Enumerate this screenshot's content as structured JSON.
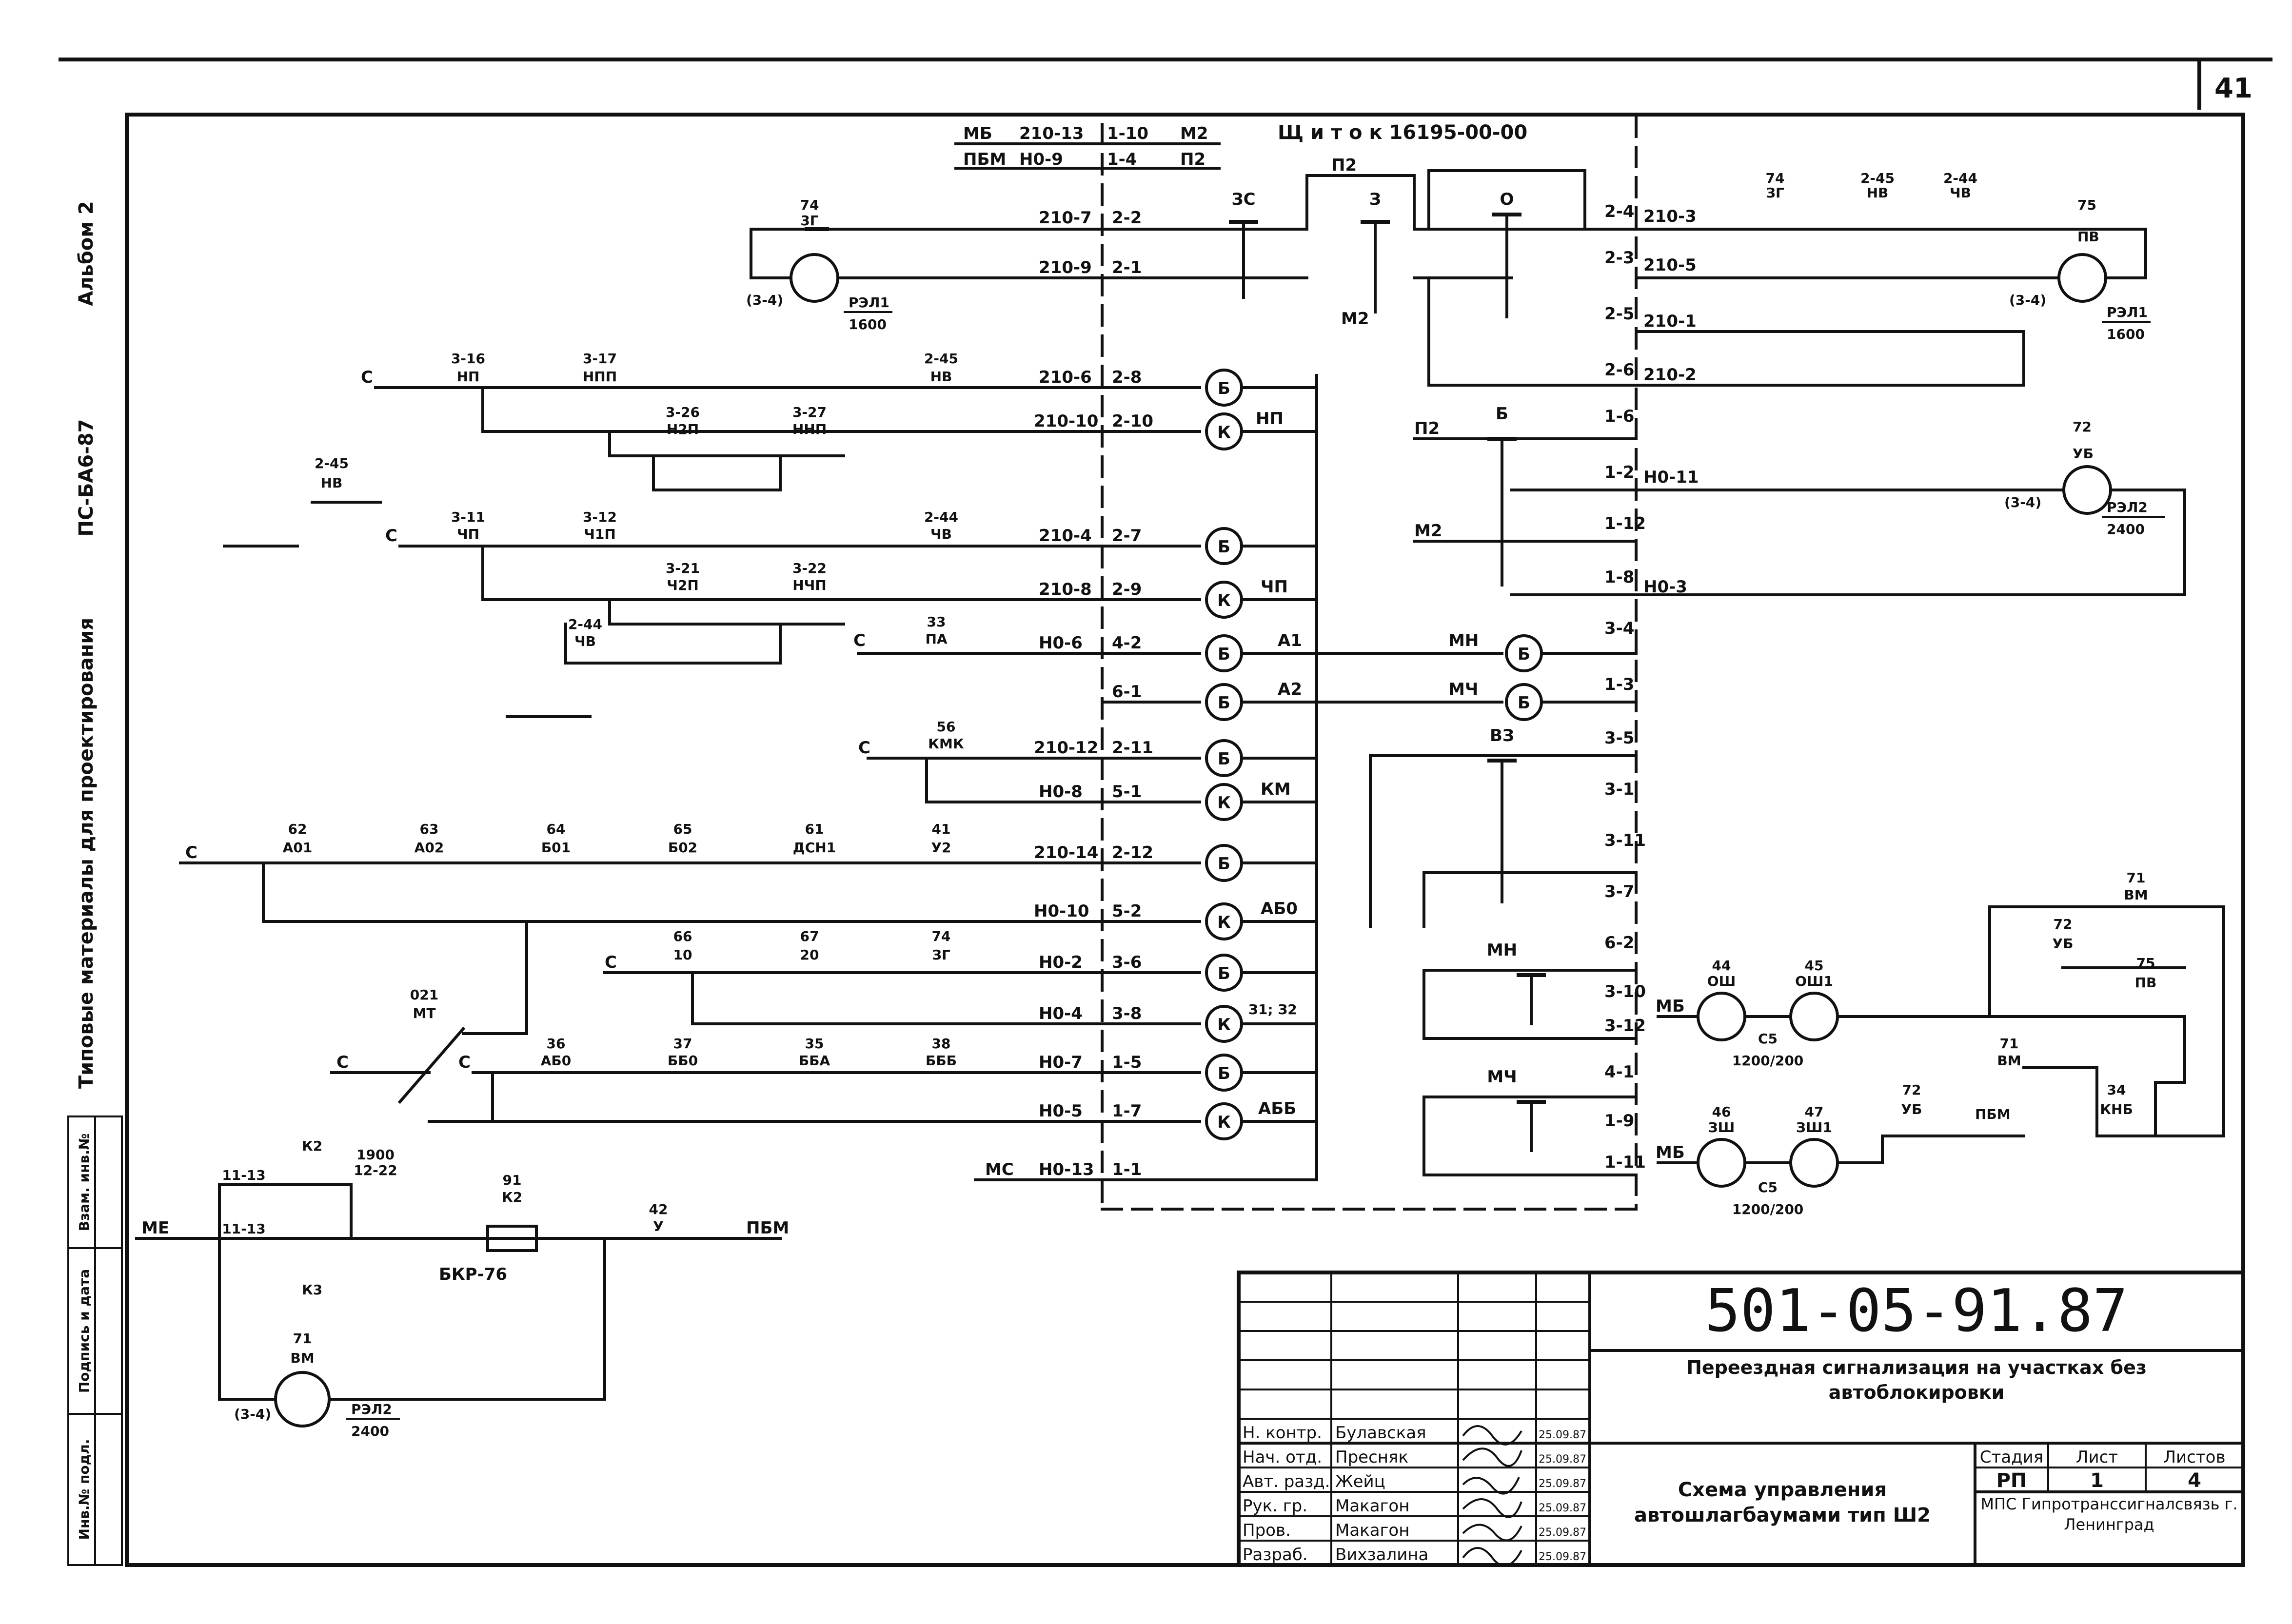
{
  "header": {
    "page_number": "41",
    "panel_title": "Щ и т о к   16195-00-00"
  },
  "side_labels": {
    "album": "Альбом 2",
    "code": "ПС-БА6-87",
    "materials": "Типовые материалы для проектирования"
  },
  "side_boxes": [
    "Взам. инв.№",
    "Подпись и дата",
    "Инв.№ подл."
  ],
  "bus_labels": {
    "mb": "МБ",
    "pbm_top": "ПБМ",
    "m2": "М2",
    "p2": "П2",
    "mc": "МС",
    "me": "МЕ",
    "pbm_bottom": "ПБМ",
    "c": "С"
  },
  "top_terminals": [
    {
      "wire": "210-13",
      "term": "1-10"
    },
    {
      "wire": "Н0-9",
      "term": "1-4"
    }
  ],
  "relays": [
    {
      "name": "РЭЛ1",
      "value": "1600",
      "tag": "74",
      "sub": "3Г",
      "note": "(3-4)"
    },
    {
      "name": "РЭЛ1",
      "value": "1600",
      "tag": "75",
      "sub": "ПВ",
      "note": "(3-4)"
    },
    {
      "name": "РЭЛ2",
      "value": "2400",
      "tag": "72",
      "sub": "УБ",
      "note": "(3-4)"
    },
    {
      "name": "РЭЛ2",
      "value": "2400",
      "tag": "71",
      "sub": "ВМ",
      "note": "(3-4)"
    }
  ],
  "buttons": {
    "zs": "ЗС",
    "z": "З",
    "o": "О",
    "b": "Б",
    "vz": "ВЗ",
    "mn": "МН",
    "mch": "МЧ"
  },
  "left_rows": [
    {
      "wire": "210-7",
      "term": "2-2",
      "lamp": "",
      "label": ""
    },
    {
      "wire": "210-9",
      "term": "2-1",
      "lamp": "",
      "label": ""
    },
    {
      "wire": "210-6",
      "term": "2-8",
      "lamp": "Б",
      "label": ""
    },
    {
      "wire": "210-10",
      "term": "2-10",
      "lamp": "К",
      "label": "НП"
    },
    {
      "wire": "210-4",
      "term": "2-7",
      "lamp": "Б",
      "label": ""
    },
    {
      "wire": "210-8",
      "term": "2-9",
      "lamp": "К",
      "label": "ЧП"
    },
    {
      "wire": "Н0-6",
      "term": "4-2",
      "lamp": "Б",
      "label": "А1"
    },
    {
      "wire": "",
      "term": "6-1",
      "lamp": "Б",
      "label": "А2"
    },
    {
      "wire": "210-12",
      "term": "2-11",
      "lamp": "Б",
      "label": ""
    },
    {
      "wire": "Н0-8",
      "term": "5-1",
      "lamp": "К",
      "label": "КМ"
    },
    {
      "wire": "210-14",
      "term": "2-12",
      "lamp": "Б",
      "label": ""
    },
    {
      "wire": "Н0-10",
      "term": "5-2",
      "lamp": "К",
      "label": "АБ0"
    },
    {
      "wire": "Н0-2",
      "term": "3-6",
      "lamp": "Б",
      "label": ""
    },
    {
      "wire": "Н0-4",
      "term": "3-8",
      "lamp": "К",
      "label": "З1; З2"
    },
    {
      "wire": "Н0-7",
      "term": "1-5",
      "lamp": "Б",
      "label": ""
    },
    {
      "wire": "Н0-5",
      "term": "1-7",
      "lamp": "К",
      "label": "АББ"
    },
    {
      "wire": "Н0-13",
      "term": "1-1",
      "lamp": "",
      "label": ""
    }
  ],
  "right_rows": [
    {
      "term": "2-4",
      "wire": "210-3"
    },
    {
      "term": "2-3",
      "wire": "210-5"
    },
    {
      "term": "2-5",
      "wire": "210-1"
    },
    {
      "term": "2-6",
      "wire": "210-2"
    },
    {
      "term": "1-6",
      "wire": ""
    },
    {
      "term": "1-2",
      "wire": "Н0-11"
    },
    {
      "term": "1-12",
      "wire": ""
    },
    {
      "term": "1-8",
      "wire": "Н0-3"
    },
    {
      "term": "3-4",
      "wire": ""
    },
    {
      "term": "1-3",
      "wire": ""
    },
    {
      "term": "3-5",
      "wire": ""
    },
    {
      "term": "3-1",
      "wire": ""
    },
    {
      "term": "3-11",
      "wire": ""
    },
    {
      "term": "3-7",
      "wire": ""
    },
    {
      "term": "6-2",
      "wire": ""
    },
    {
      "term": "3-10",
      "wire": ""
    },
    {
      "term": "3-12",
      "wire": ""
    },
    {
      "term": "4-1",
      "wire": ""
    },
    {
      "term": "1-9",
      "wire": ""
    },
    {
      "term": "1-11",
      "wire": ""
    }
  ],
  "mid_lamps": [
    {
      "lamp": "Б",
      "label": "МН"
    },
    {
      "lamp": "Б",
      "label": "МЧ"
    }
  ],
  "contacts_top_left": [
    {
      "ref": "3-16",
      "name": "НП"
    },
    {
      "ref": "3-17",
      "name": "НПП"
    },
    {
      "ref": "2-45",
      "name": "НВ"
    },
    {
      "ref": "3-26",
      "name": "Н2П"
    },
    {
      "ref": "3-27",
      "name": "ННП"
    },
    {
      "ref": "2-45",
      "name": "НВ"
    },
    {
      "ref": "3-11",
      "name": "ЧП"
    },
    {
      "ref": "3-12",
      "name": "Ч1П"
    },
    {
      "ref": "2-44",
      "name": "ЧВ"
    },
    {
      "ref": "3-21",
      "name": "Ч2П"
    },
    {
      "ref": "3-22",
      "name": "НЧП"
    },
    {
      "ref": "2-44",
      "name": "ЧВ"
    },
    {
      "ref": "33",
      "name": "ПА"
    },
    {
      "ref": "56",
      "name": "КМК"
    }
  ],
  "contacts_middle": [
    {
      "ref": "62",
      "name": "А01"
    },
    {
      "ref": "63",
      "name": "А02"
    },
    {
      "ref": "64",
      "name": "Б01"
    },
    {
      "ref": "65",
      "name": "Б02"
    },
    {
      "ref": "61",
      "name": "ДСН1"
    },
    {
      "ref": "41",
      "name": "У2"
    },
    {
      "ref": "66",
      "name": "10"
    },
    {
      "ref": "67",
      "name": "20"
    },
    {
      "ref": "74",
      "name": "ЗГ"
    },
    {
      "ref": "021",
      "name": "МТ"
    },
    {
      "ref": "36",
      "name": "АБ0"
    },
    {
      "ref": "37",
      "name": "ББ0"
    },
    {
      "ref": "35",
      "name": "ББА"
    },
    {
      "ref": "38",
      "name": "БББ"
    }
  ],
  "bottom_left": {
    "k2": "К2",
    "k3": "К3",
    "fuse_ref": "91",
    "fuse_name": "К2",
    "fuse_type": "БКР-76",
    "u_ref": "42",
    "u_name": "У",
    "wire1": "11-13",
    "wire2": "12-22",
    "wire3": "1900"
  },
  "motors": [
    {
      "a": "44",
      "a_name": "ОШ",
      "b": "45",
      "b_name": "ОШ1",
      "cap": "С5",
      "value": "1200/200",
      "bus": "МБ"
    },
    {
      "a": "46",
      "a_name": "ЗШ",
      "b": "47",
      "b_name": "ЗШ1",
      "cap": "С5",
      "value": "1200/200",
      "bus": "МБ"
    }
  ],
  "right_contacts": [
    {
      "ref": "71",
      "name": "ВМ"
    },
    {
      "ref": "72",
      "name": "УБ"
    },
    {
      "ref": "75",
      "name": "ПВ"
    },
    {
      "ref": "71",
      "name": "ВМ"
    },
    {
      "ref": "72",
      "name": "УБ"
    },
    {
      "ref": "34",
      "name": "КНБ"
    },
    {
      "ref": "74",
      "name": "ЗГ"
    },
    {
      "ref": "2-45",
      "name": "НВ"
    },
    {
      "ref": "2-44",
      "name": "ЧВ"
    }
  ],
  "title_block": {
    "doc_number": "501-05-91.87",
    "project": "Переездная сигнализация на участках без автоблокировки",
    "sheet_title": "Схема управления автошлагбаумами тип Ш2",
    "org": "МПС Гипротранссигналсвязь г. Ленинград",
    "stage_label": "Стадия",
    "sheet_label": "Лист",
    "sheets_label": "Листов",
    "stage": "РП",
    "sheet": "1",
    "sheets": "4",
    "people": [
      {
        "role": "Н. контр.",
        "name": "Булавская",
        "date": "25.09.87"
      },
      {
        "role": "Нач. отд.",
        "name": "Пресняк",
        "date": "25.09.87"
      },
      {
        "role": "Авт. разд.",
        "name": "Жейц",
        "date": "25.09.87"
      },
      {
        "role": "Рук. гр.",
        "name": "Макагон",
        "date": "25.09.87"
      },
      {
        "role": "Пров.",
        "name": "Макагон",
        "date": "25.09.87"
      },
      {
        "role": "Разраб.",
        "name": "Вихзалина",
        "date": "25.09.87"
      }
    ]
  }
}
